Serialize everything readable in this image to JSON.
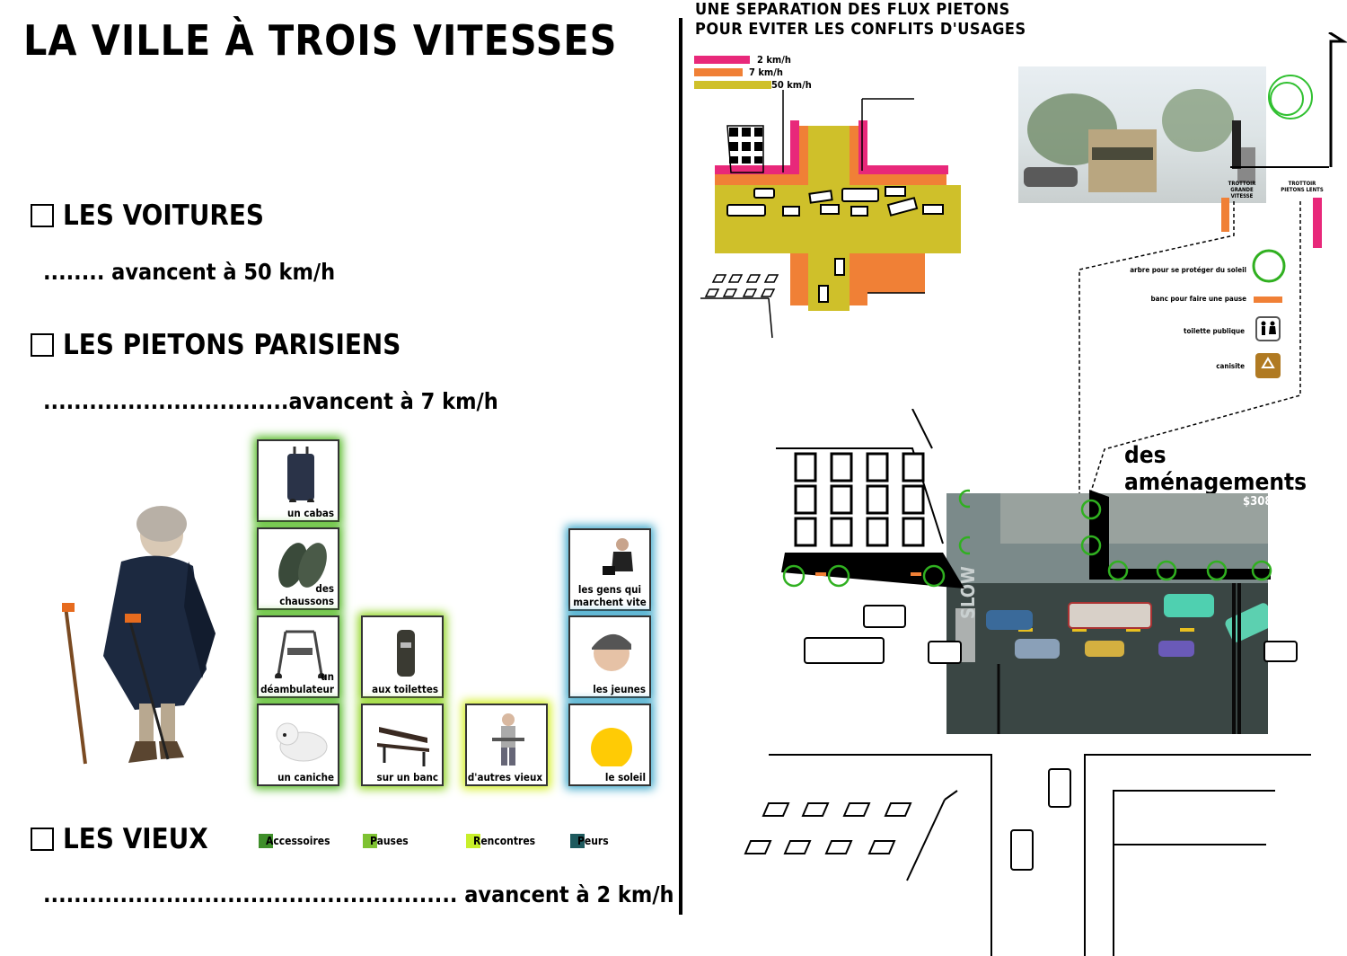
{
  "title": "LA VILLE À TROIS VITESSES",
  "sections": {
    "voitures": {
      "label": "LES VOITURES",
      "speed": "........ avancent à 50 km/h"
    },
    "pietons": {
      "label": "LES PIETONS PARISIENS",
      "speed": "................................avancent à 7 km/h"
    },
    "vieux": {
      "label": "LES VIEUX",
      "speed": "...................................................... avancent à 2 km/h"
    }
  },
  "cards": {
    "cabas": "un cabas",
    "chaussons": "des chaussons",
    "deambulateur": "un déambulateur",
    "caniche": "un caniche",
    "toilettes": "aux toilettes",
    "banc": "sur un banc",
    "vieux": "d'autres vieux",
    "marchent": "les gens qui marchent vite",
    "jeunes": "les jeunes",
    "soleil": "le soleil"
  },
  "legend": {
    "accessoires": "Accessoires",
    "pauses": "Pauses",
    "rencontres": "Rencontres",
    "peurs": "Peurs",
    "colors": {
      "accessoires": "#3f8f2a",
      "pauses": "#7ec232",
      "rencontres": "#c8ef2a",
      "peurs": "#1e5a5e"
    }
  },
  "right": {
    "title_line1": "UNE SEPARATION DES FLUX PIETONS",
    "title_line2": "POUR EVITER LES CONFLITS D'USAGES",
    "speed_legend": [
      {
        "label": "2 km/h",
        "color": "#e8287a"
      },
      {
        "label": "7 km/h",
        "color": "#f08036"
      },
      {
        "label": "50 km/h",
        "color": "#cfc02a"
      }
    ],
    "trottoir_rapide": "TROTTOIR GRANDE VITESSE",
    "trottoir_lent": "TROTTOIR PIETONS LENTS",
    "amenagements_legend": {
      "arbre": "arbre pour se protéger du soleil",
      "banc": "banc pour faire une pause",
      "toilette": "toilette publique",
      "canisite": "canisite"
    },
    "amenagements_title": "des aménagements",
    "game_money": "$308",
    "road_marking": "SLOW"
  }
}
